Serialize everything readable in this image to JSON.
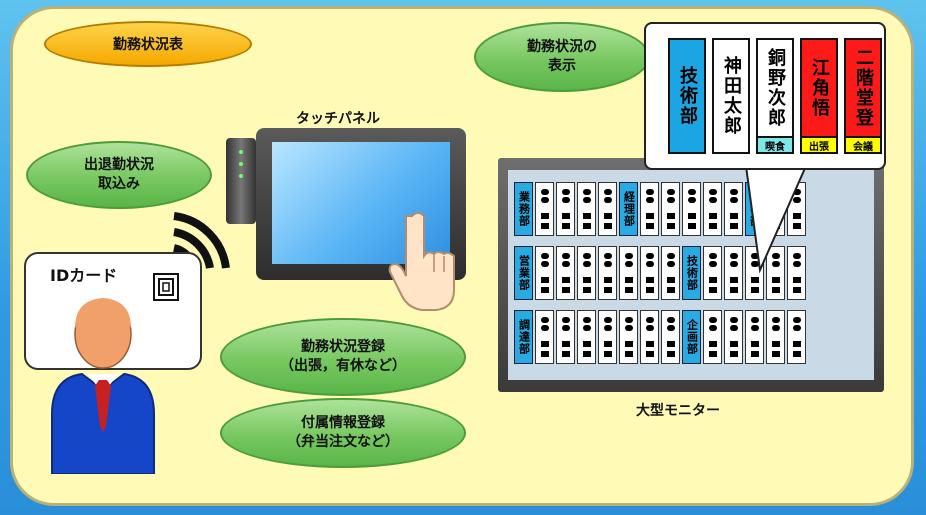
{
  "labels": {
    "status_table": "勤務状況表",
    "status_display": "勤務状況の\n表示",
    "attendance_import": "出退勤状況\n取込み",
    "touch_panel": "タッチパネル",
    "id_card": "IDカード",
    "status_register": "勤務状況登録\n（出張，有休など）",
    "extra_register": "付属情報登録\n（弁当注文など）",
    "big_monitor": "大型モニター"
  },
  "callout_cards": [
    {
      "name": "技術部",
      "color": "#1ba6e3",
      "tag": ""
    },
    {
      "name": "神田太郎",
      "color": "#ffffff",
      "tag": ""
    },
    {
      "name": "銅野次郎",
      "color": "#ffffff",
      "tag": "喫食",
      "tag_color": "#7fe7e7"
    },
    {
      "name": "江角悟",
      "color": "#ff1a1a",
      "tag": "出張",
      "tag_color": "#ffff00"
    },
    {
      "name": "二階堂登",
      "color": "#ff1a1a",
      "tag": "会議",
      "tag_color": "#ffff00"
    }
  ],
  "monitor_rows": [
    {
      "dept": "業務部",
      "extra_dept": "経理部"
    },
    {
      "dept": "営業部",
      "extra_dept": "技術部"
    },
    {
      "dept": "調達部",
      "extra_dept": "企画部"
    }
  ],
  "monitor_top_overlay": "人事部",
  "colors": {
    "panel": "#fffbb6",
    "pill": "#77c860",
    "orange": "#f4a900",
    "dept_blue": "#29aae3"
  }
}
